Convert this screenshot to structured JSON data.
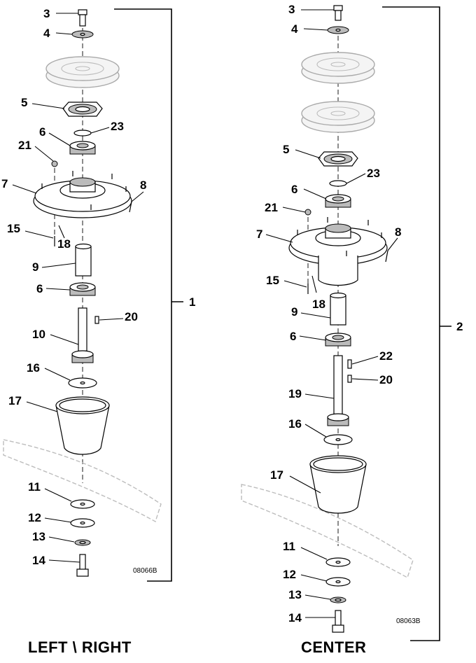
{
  "diagram": {
    "left_assembly": {
      "callouts": [
        "3",
        "4",
        "5",
        "23",
        "6",
        "21",
        "7",
        "8",
        "15",
        "18",
        "9",
        "6",
        "20",
        "10",
        "16",
        "17",
        "11",
        "12",
        "13",
        "14"
      ],
      "assembly_number": "1",
      "drawing_code": "08066B",
      "caption": "LEFT \\ RIGHT"
    },
    "right_assembly": {
      "callouts": [
        "3",
        "4",
        "5",
        "23",
        "6",
        "21",
        "7",
        "8",
        "15",
        "18",
        "9",
        "6",
        "22",
        "20",
        "19",
        "16",
        "17",
        "11",
        "12",
        "13",
        "14"
      ],
      "assembly_number": "2",
      "drawing_code": "08063B",
      "caption": "CENTER"
    }
  }
}
